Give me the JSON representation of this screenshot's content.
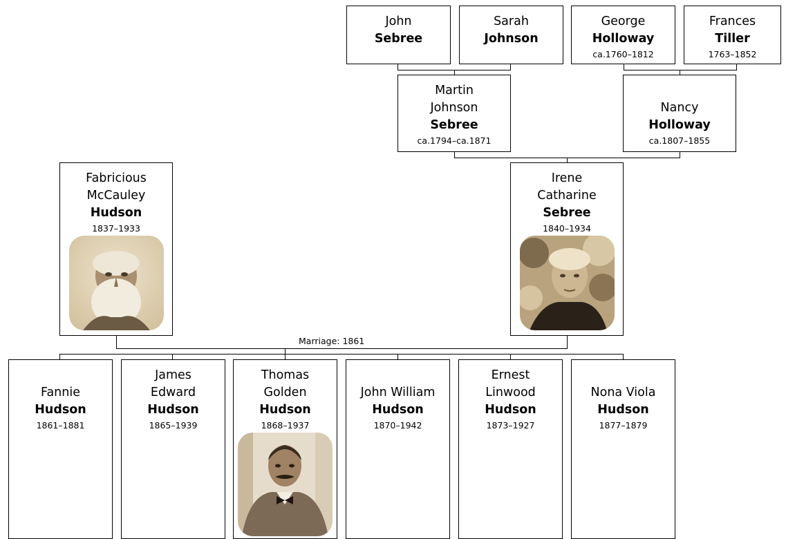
{
  "grandparents": [
    {
      "given": [
        "John"
      ],
      "surname": "Sebree",
      "dates": ""
    },
    {
      "given": [
        "Sarah"
      ],
      "surname": "Johnson",
      "dates": ""
    },
    {
      "given": [
        "George"
      ],
      "surname": "Holloway",
      "dates": "ca.1760–1812"
    },
    {
      "given": [
        "Frances"
      ],
      "surname": "Tiller",
      "dates": "1763–1852"
    }
  ],
  "parents": [
    {
      "given": [
        "Martin",
        "Johnson"
      ],
      "surname": "Sebree",
      "dates": "ca.1794–ca.1871"
    },
    {
      "given": [
        "Nancy"
      ],
      "surname": "Holloway",
      "dates": "ca.1807–1855"
    }
  ],
  "couple": [
    {
      "given": [
        "Fabricious",
        "McCauley"
      ],
      "surname": "Hudson",
      "dates": "1837–1933",
      "portrait": "portrait-of-elderly-bearded-man"
    },
    {
      "given": [
        "Irene",
        "Catharine"
      ],
      "surname": "Sebree",
      "dates": "1840–1934",
      "portrait": "portrait-of-elderly-woman"
    }
  ],
  "marriage": {
    "label": "Marriage: 1861"
  },
  "children": [
    {
      "given": [
        "Fannie"
      ],
      "surname": "Hudson",
      "dates": "1861–1881"
    },
    {
      "given": [
        "James",
        "Edward"
      ],
      "surname": "Hudson",
      "dates": "1865–1939"
    },
    {
      "given": [
        "Thomas",
        "Golden"
      ],
      "surname": "Hudson",
      "dates": "1868–1937",
      "portrait": "portrait-of-mustached-man-in-bow-tie"
    },
    {
      "given": [
        "John William"
      ],
      "surname": "Hudson",
      "dates": "1870–1942"
    },
    {
      "given": [
        "Ernest",
        "Linwood"
      ],
      "surname": "Hudson",
      "dates": "1873–1927"
    },
    {
      "given": [
        "Nona Viola"
      ],
      "surname": "Hudson",
      "dates": "1877–1879"
    }
  ]
}
